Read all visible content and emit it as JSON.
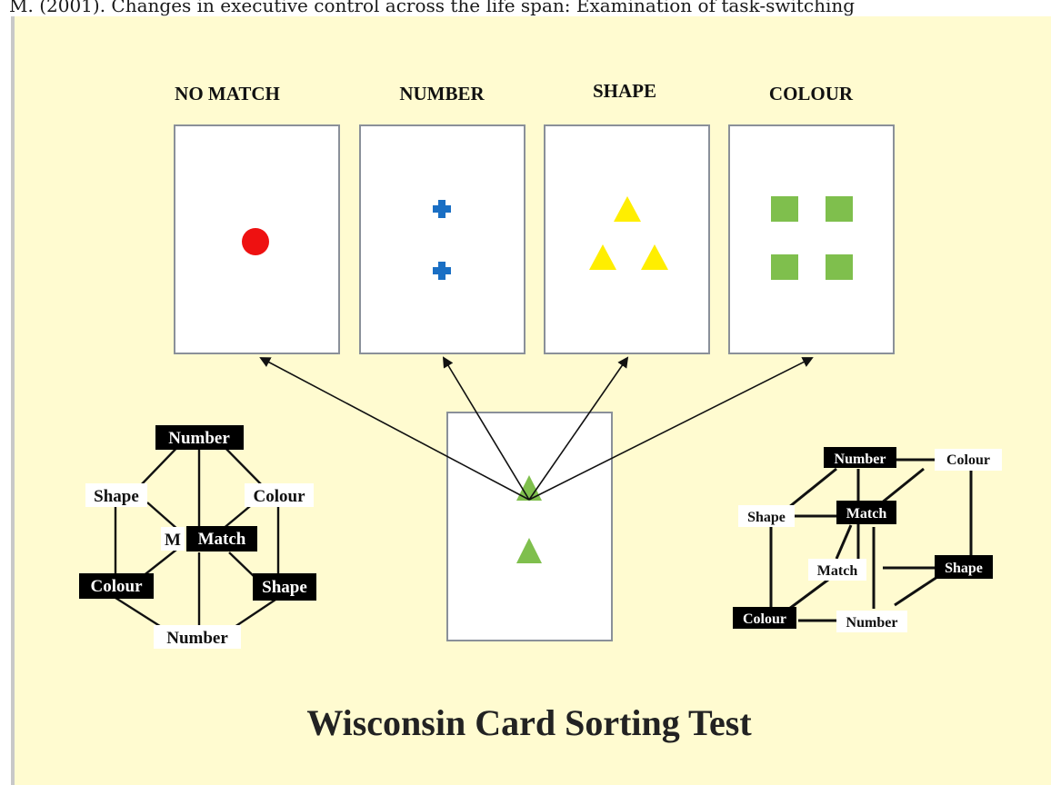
{
  "caption_text": "M. (2001). Changes in executive control across the life span: Examination of task-switching",
  "diagram": {
    "title": "Wisconsin Card Sorting Test",
    "cards": [
      {
        "heading": "NO MATCH"
      },
      {
        "heading": "NUMBER"
      },
      {
        "heading": "SHAPE"
      },
      {
        "heading": "COLOUR"
      }
    ],
    "left_graph": {
      "number_top": "Number",
      "shape": "Shape",
      "colour": "Colour",
      "m": "M",
      "match": "Match",
      "colour_dark": "Colour",
      "shape_dark": "Shape",
      "number_bottom": "Number"
    },
    "right_graph": {
      "number": "Number",
      "colour": "Colour",
      "shape": "Shape",
      "match_dark": "Match",
      "match": "Match",
      "shape_dark": "Shape",
      "colour_dark": "Colour",
      "number_bottom": "Number"
    },
    "colors": {
      "background": "#fffbd0",
      "red": "#ee1111",
      "blue": "#1a6fc4",
      "yellow": "#ffee00",
      "green": "#7fbf4d"
    }
  }
}
